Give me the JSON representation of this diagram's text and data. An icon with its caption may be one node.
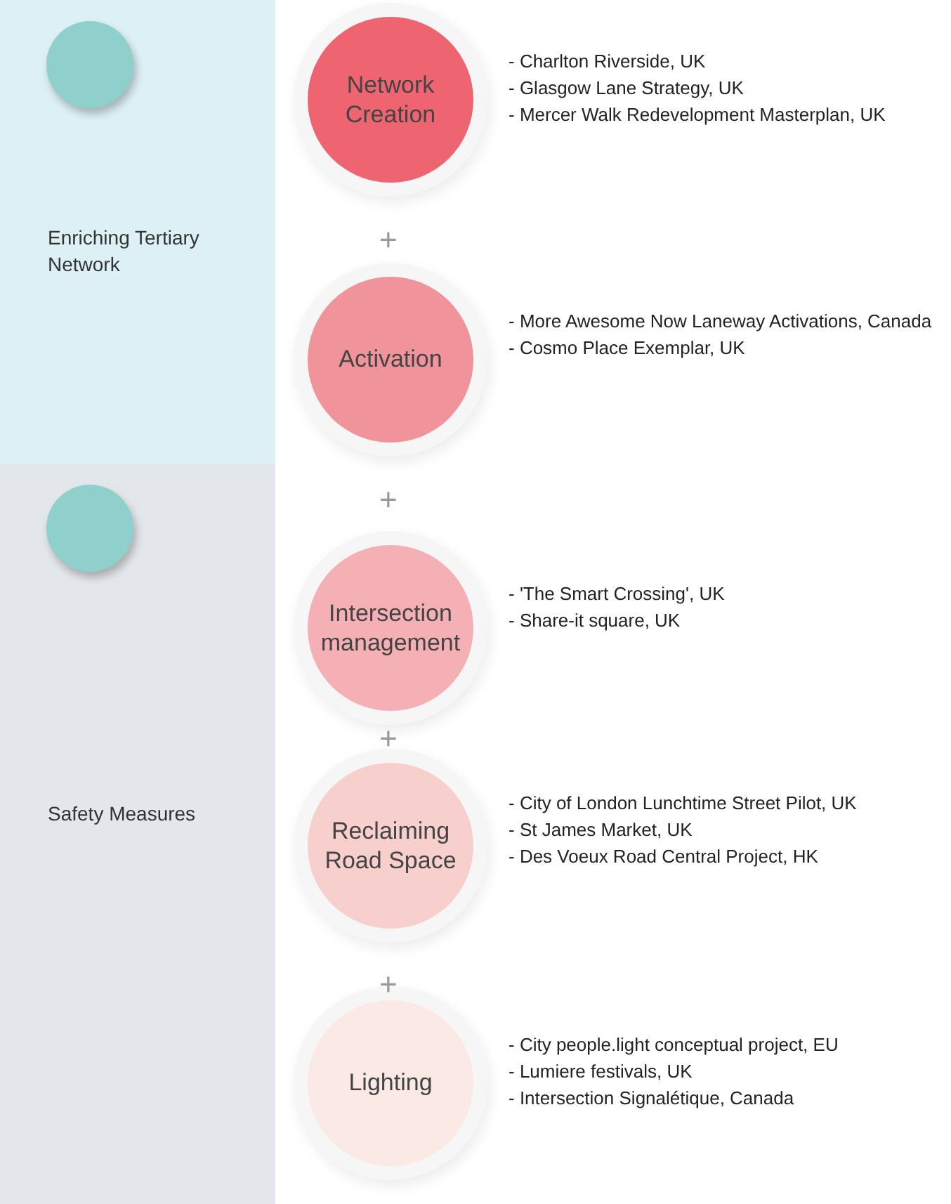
{
  "diagram": {
    "nodes": [
      {
        "text": [
          "Enriching Tertiary Network"
        ]
      },
      {
        "text": [],
        "shape": "circle",
        "in": 0
      },
      {
        "text": [
          "Safety Measures"
        ]
      },
      {
        "text": [],
        "shape": "circle",
        "in": 2
      },
      {
        "text": [
          "Network Creation"
        ],
        "beside": [
          "- Charlton Riverside, UK",
          "- Glasgow Lane Strategy, UK",
          "- Mercer Walk Redevelopment Masterplan, UK"
        ]
      },
      {
        "text": [
          "Activation"
        ],
        "beside": [
          "- More Awesome Now Laneway Activations, Canada",
          "- Cosmo Place Exemplar, UK"
        ]
      },
      {
        "text": [
          "Intersection management"
        ],
        "beside": [
          "- 'The Smart Crossing', UK",
          "- Share-it square, UK"
        ]
      },
      {
        "text": [
          "Reclaiming Road Space"
        ],
        "beside": [
          "- City of London Lunchtime Street Pilot, UK",
          "- St James Market, UK",
          "- Des Voeux Road Central Project, HK"
        ]
      },
      {
        "text": [
          "Lighting"
        ],
        "beside": [
          "- City people.light conceptual project, EU",
          "- Lumiere festivals, UK",
          "- Intersection Signalétique, Canada"
        ]
      }
    ],
    "edges": [],
    "labels": [
      "+",
      "+",
      "+",
      "+"
    ]
  }
}
